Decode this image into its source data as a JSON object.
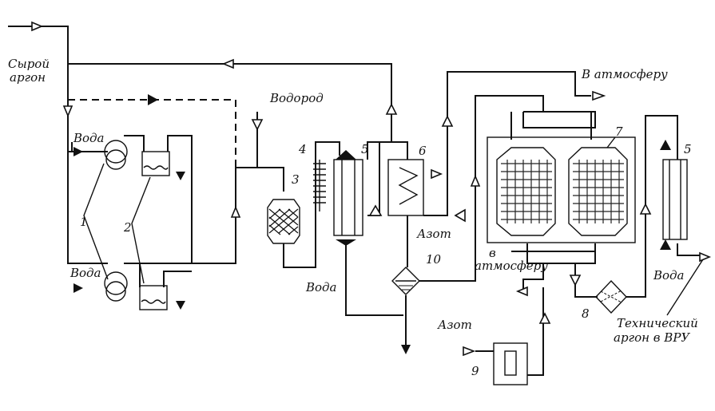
{
  "labels": {
    "raw_argon": [
      "Сырой",
      "аргон"
    ],
    "hydrogen": "Водород",
    "to_atmosphere_top": "В атмосферу",
    "to_atmosphere_mid": [
      "в",
      "атмосферу"
    ],
    "nitrogen_cooler": "Азот",
    "nitrogen_bottom": "Азот",
    "technical_argon": [
      "Технический",
      "аргон в ВРУ"
    ],
    "water_1": "Вода",
    "water_2": "Вода",
    "water_3": "Вода",
    "water_4": "Вода"
  },
  "numbers": {
    "n1": "1",
    "n2": "2",
    "n3": "3",
    "n4": "4",
    "n5a": "5",
    "n5b": "5",
    "n6": "6",
    "n7": "7",
    "n8": "8",
    "n9": "9",
    "n10": "10"
  }
}
